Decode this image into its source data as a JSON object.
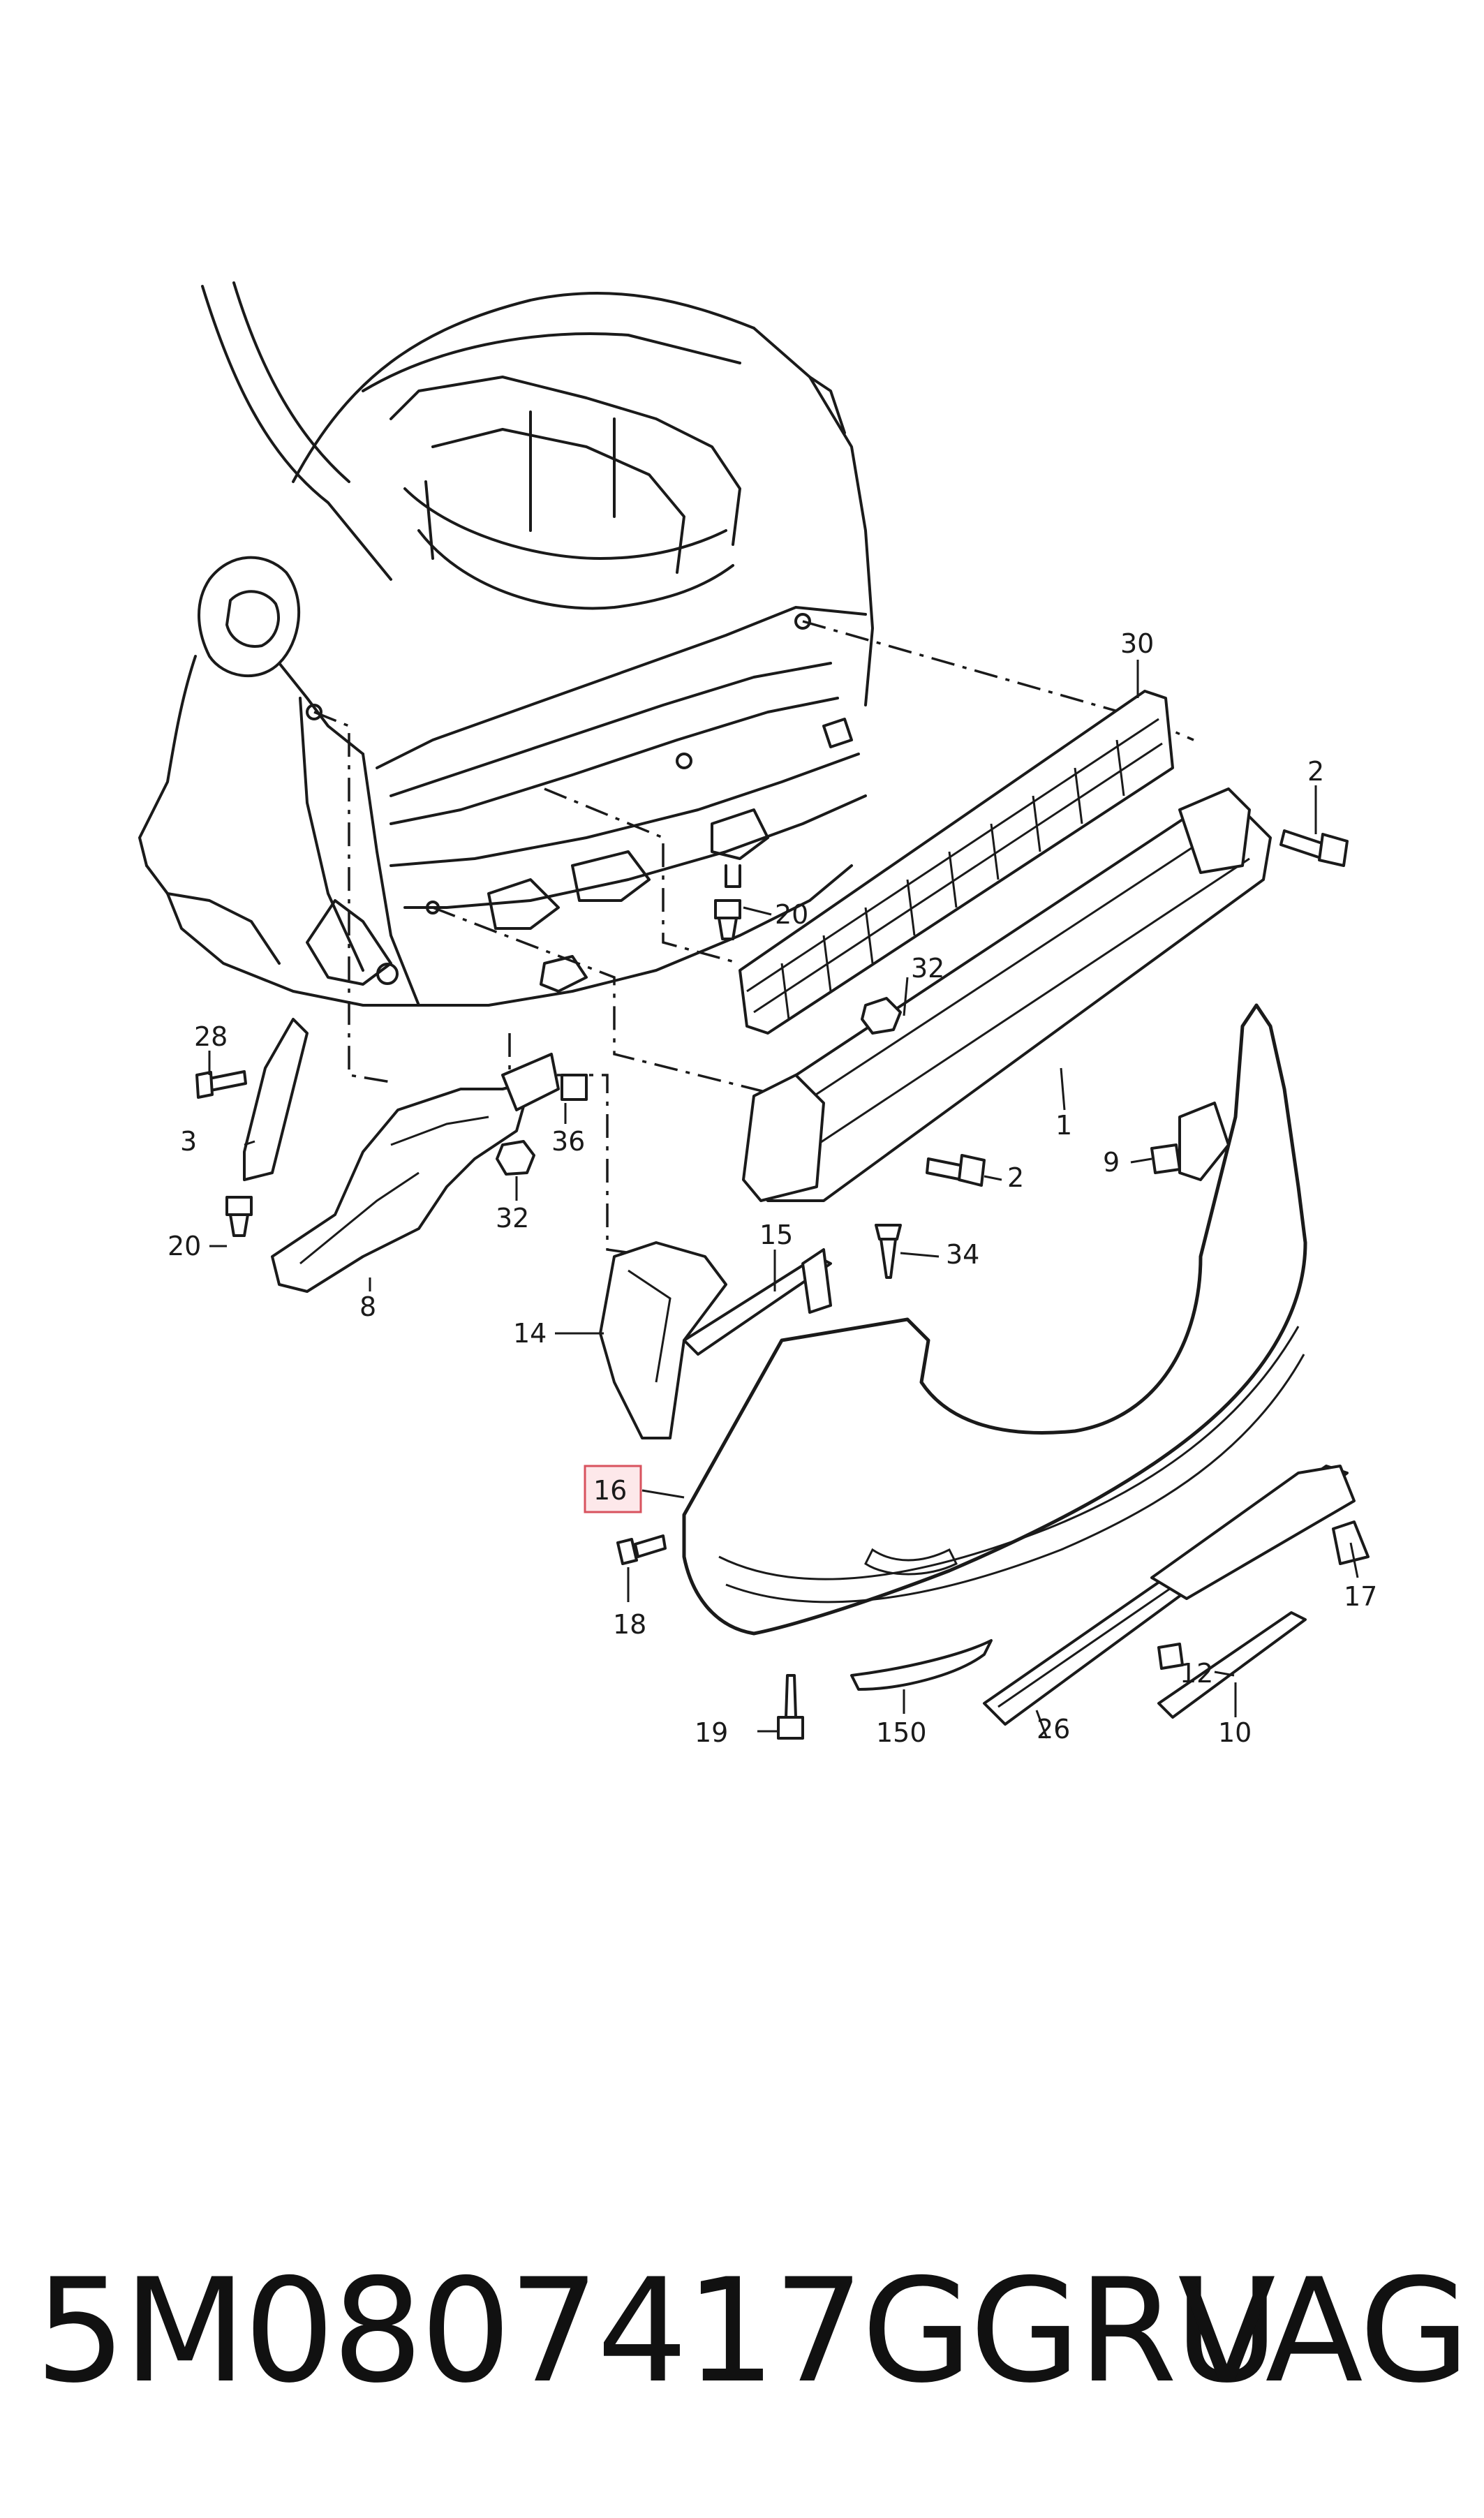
{
  "diagram": {
    "callouts": {
      "c1": "1",
      "c2a": "2",
      "c2b": "2",
      "c3": "3",
      "c8": "8",
      "c9": "9",
      "c10": "10",
      "c12": "12",
      "c14": "14",
      "c15": "15",
      "c16": "16",
      "c17": "17",
      "c18": "18",
      "c19": "19",
      "c20a": "20",
      "c20b": "20",
      "c26": "26",
      "c28": "28",
      "c30": "30",
      "c32a": "32",
      "c32b": "32",
      "c34": "34",
      "c36": "36",
      "c150": "150"
    },
    "highlighted_callout": "16",
    "highlight_color": "#d8525e"
  },
  "footer": {
    "part_number": "5M0807417GGRU",
    "brand": "VAG"
  }
}
